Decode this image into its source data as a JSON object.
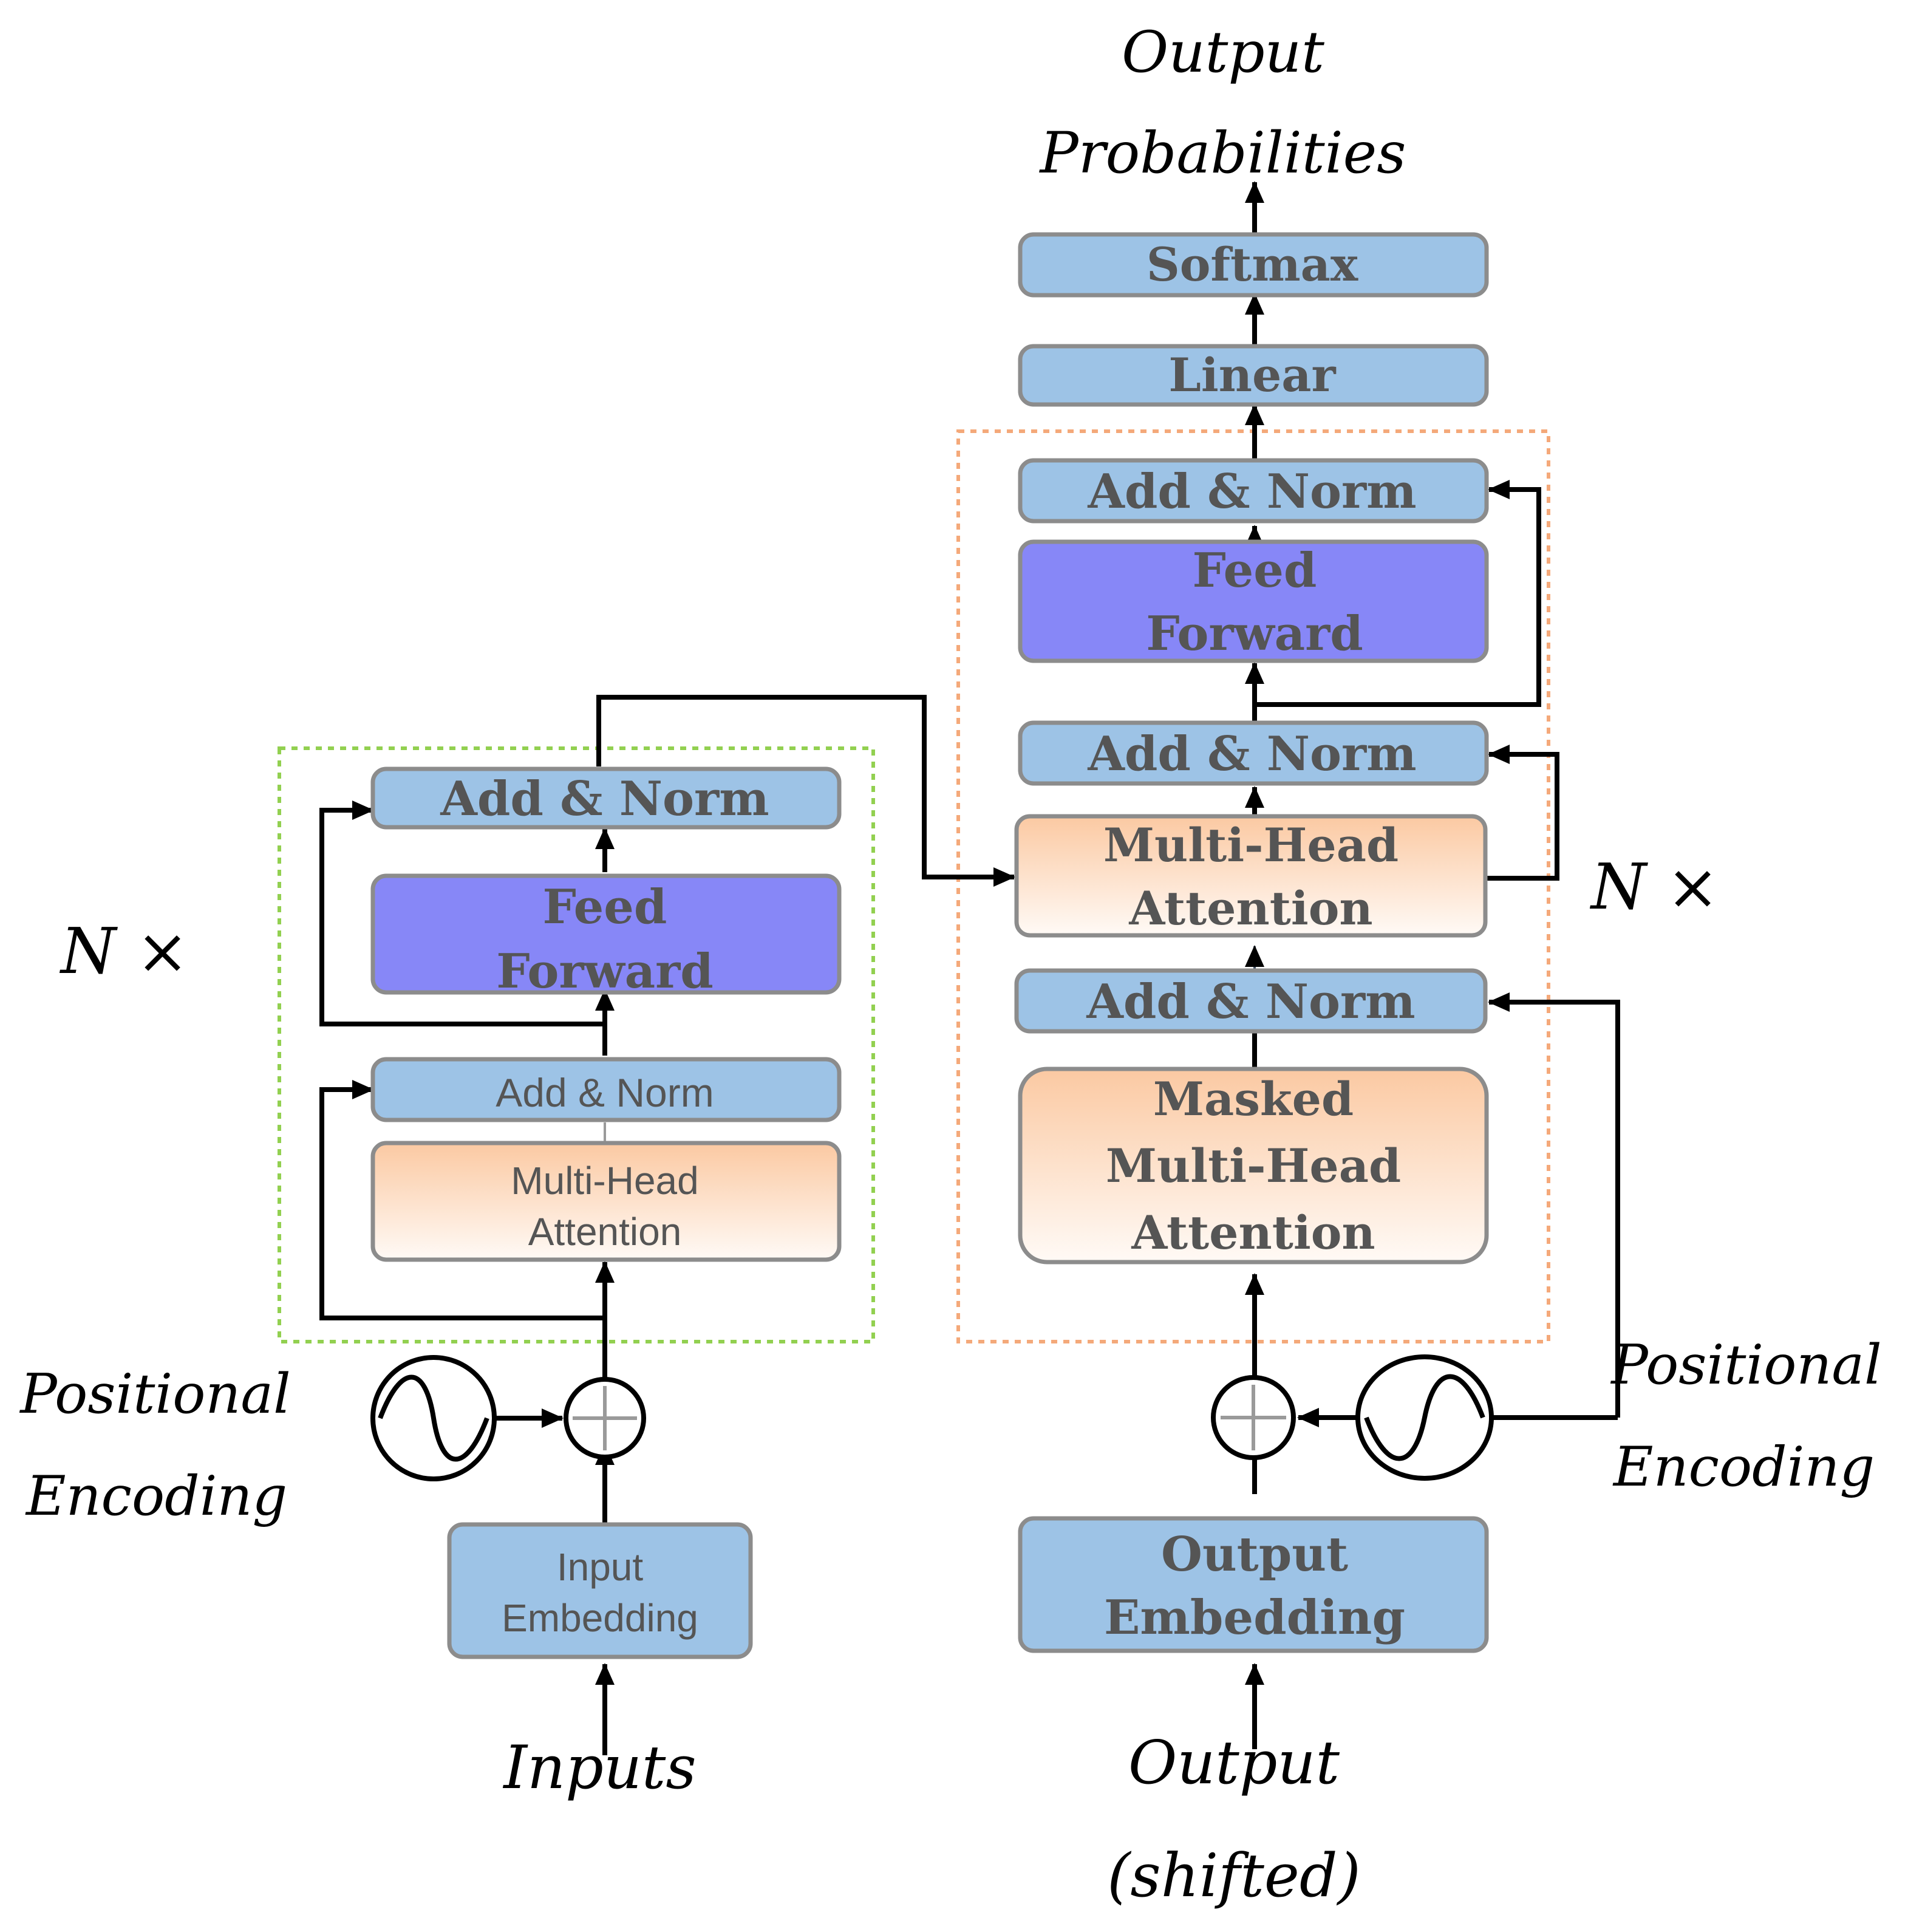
{
  "encoder": {
    "add_norm_top": "Add & Norm",
    "feed_forward_line1": "Feed",
    "feed_forward_line2": "Forward",
    "add_norm_bottom": "Add & Norm",
    "attention_line1": "Multi-Head",
    "attention_line2": "Attention",
    "embedding_line1": "Input",
    "embedding_line2": "Embedding",
    "repeat": "N ×",
    "positional_line1": "Positional",
    "positional_line2": "Encoding",
    "input_label": "Inputs"
  },
  "decoder": {
    "softmax": "Softmax",
    "linear": "Linear",
    "add_norm_3": "Add & Norm",
    "feed_forward_line1": "Feed",
    "feed_forward_line2": "Forward",
    "add_norm_2": "Add & Norm",
    "cross_attention_line1": "Multi-Head",
    "cross_attention_line2": "Attention",
    "add_norm_1": "Add & Norm",
    "masked_line1": "Masked",
    "masked_line2": "Multi-Head",
    "masked_line3": "Attention",
    "embedding_line1": "Output",
    "embedding_line2": "Embedding",
    "repeat": "N ×",
    "positional_line1": "Positional",
    "positional_line2": "Encoding",
    "output_line1": "Output",
    "output_line2": "(shifted)",
    "probabilities_line1": "Output",
    "probabilities_line2": "Probabilities"
  },
  "colors": {
    "block_blue": "#9dc3e6",
    "feed_forward": "#8787f7",
    "attention_top": "#fbc9a2",
    "attention_bottom": "#fffaf6",
    "encoder_frame": "#92d050",
    "decoder_frame": "#f4a97a"
  }
}
